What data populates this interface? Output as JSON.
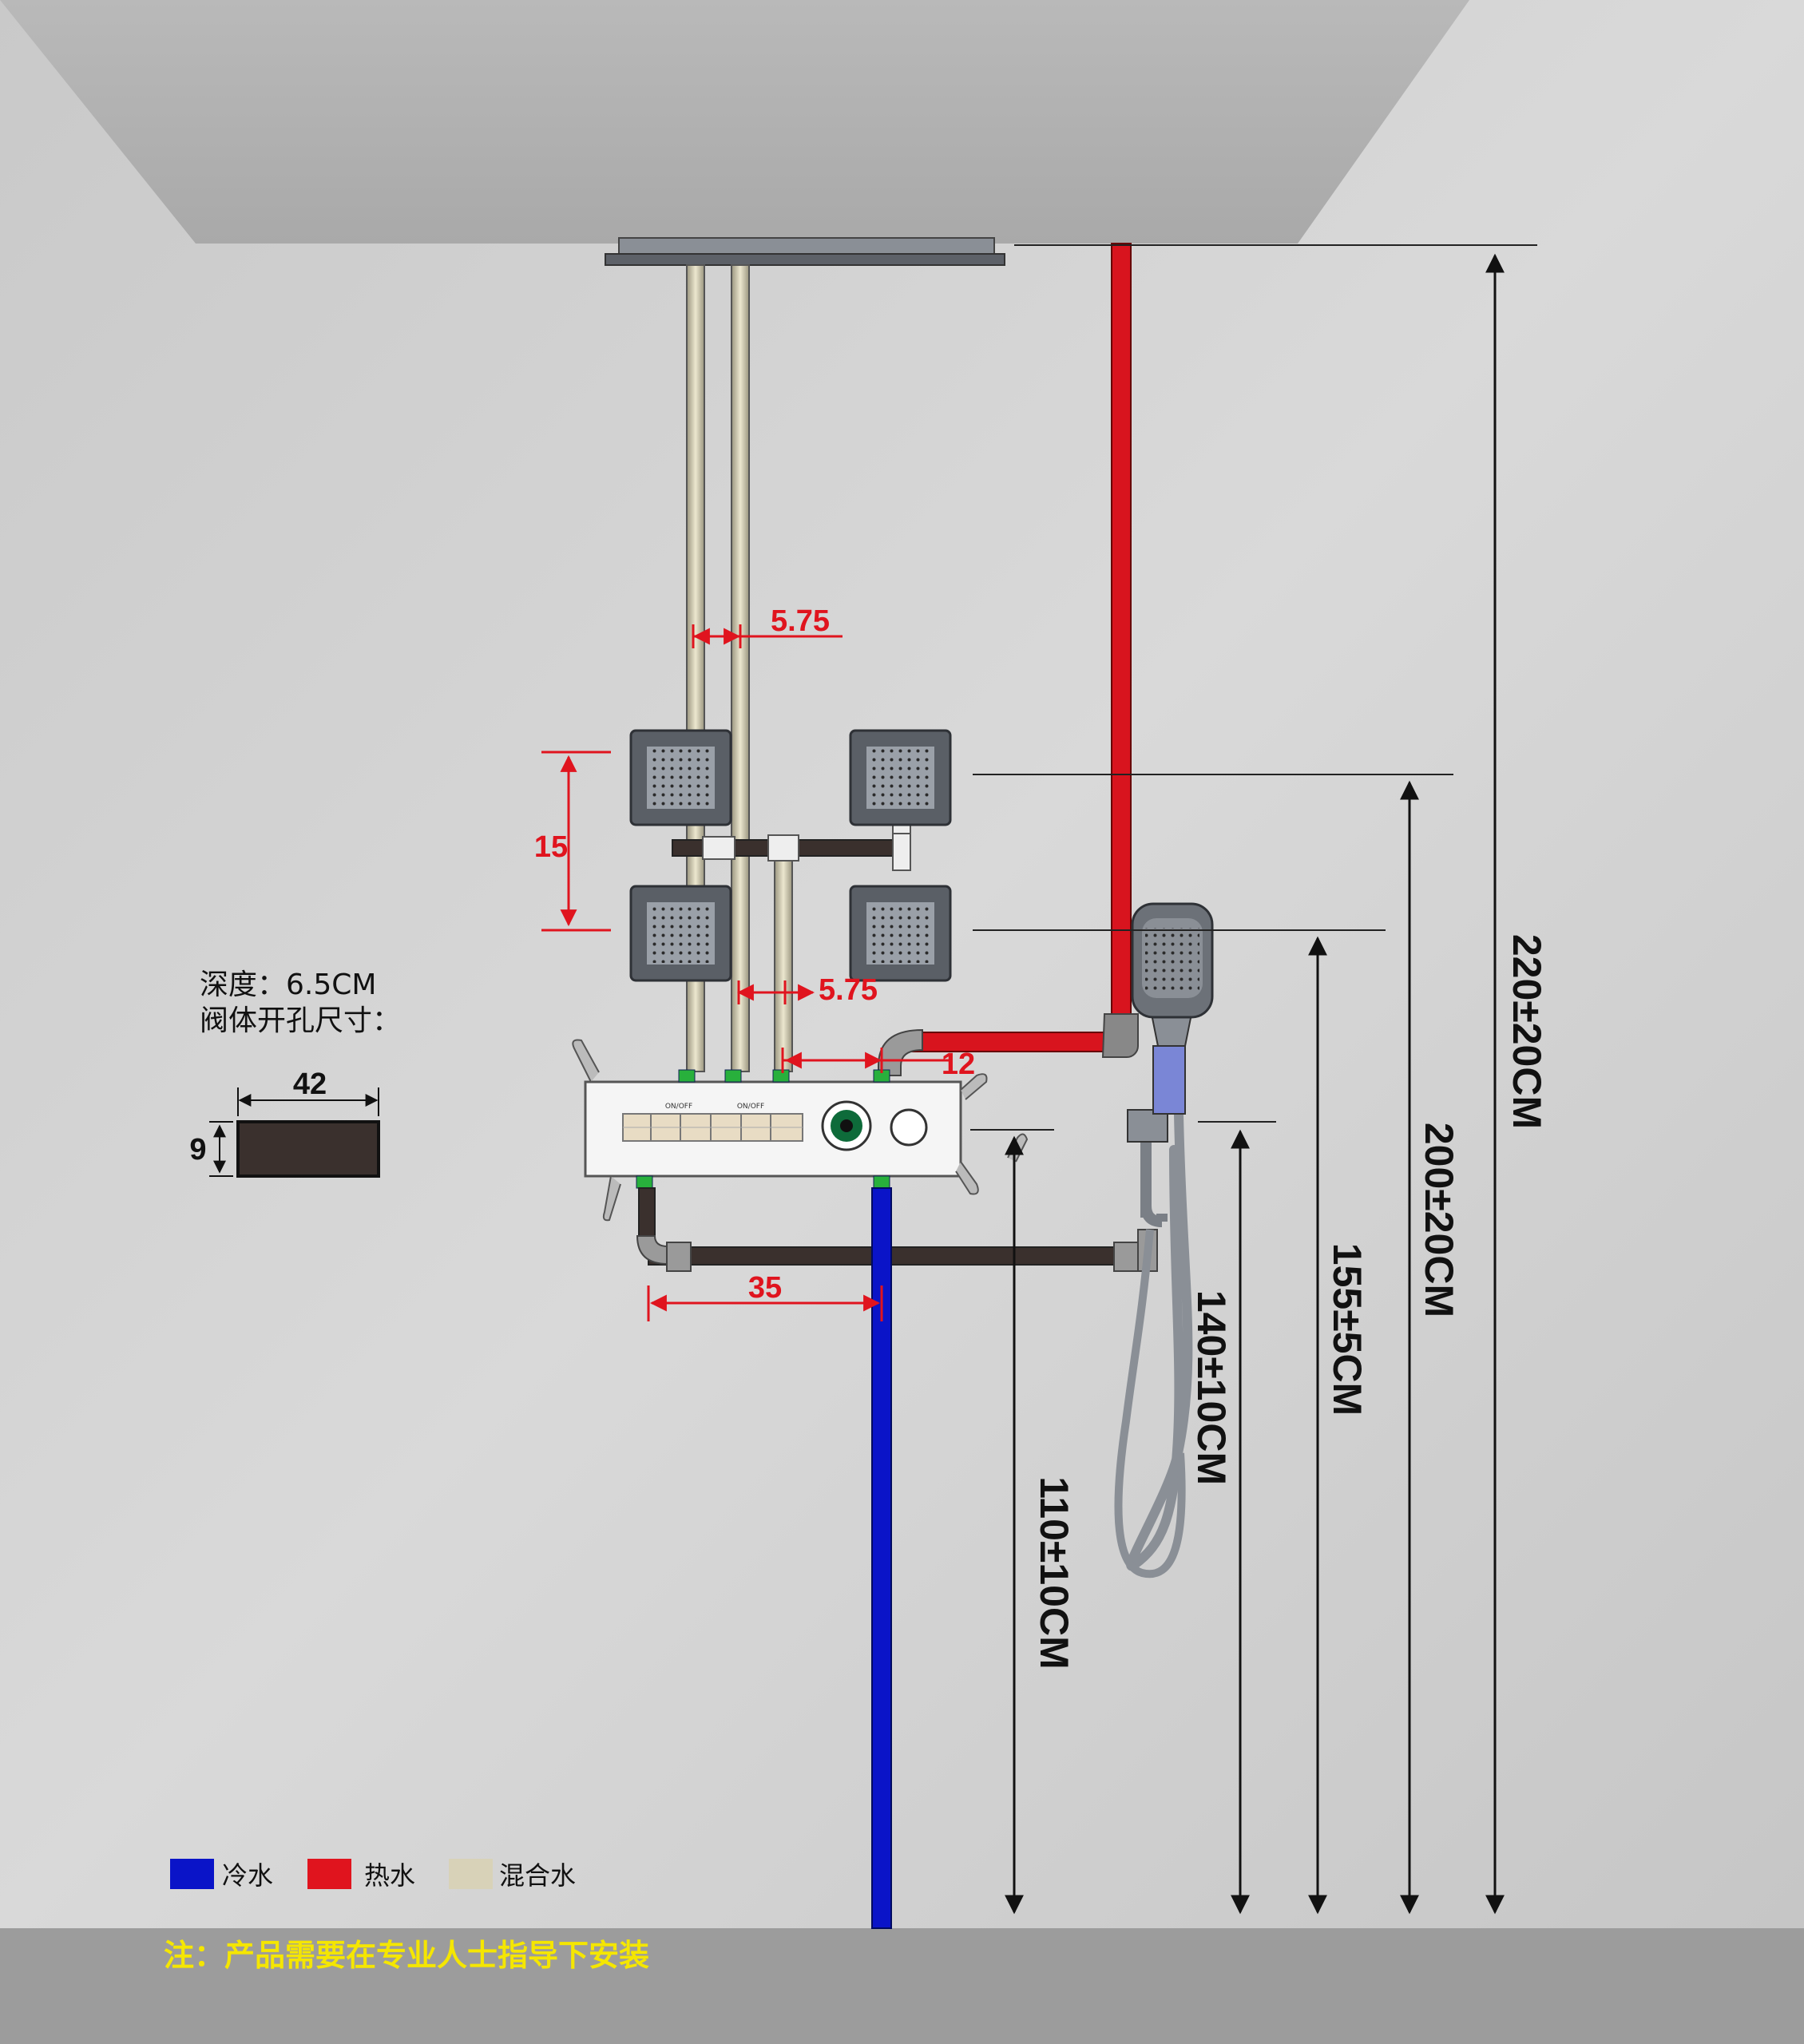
{
  "dimensions": {
    "d_220": "220±20CM",
    "d_200": "200±20CM",
    "d_155": "155±5CM",
    "d_140": "140±10CM",
    "d_110": "110±10CM",
    "d_575_top": "5.75",
    "d_575_bottom": "5.75",
    "d_15": "15",
    "d_12": "12",
    "d_35": "35"
  },
  "cutout": {
    "depth_label": "深度：6.5CM",
    "size_label": "阀体开孔尺寸：",
    "width": "42",
    "height": "9"
  },
  "panel": {
    "label_left": "ON/OFF",
    "label_right": "ON/OFF"
  },
  "legend": [
    {
      "label": "冷水",
      "color": "#0a14c8"
    },
    {
      "label": "热水",
      "color": "#e0141e"
    },
    {
      "label": "混合水",
      "color": "#d8d2b8"
    }
  ],
  "note": "注：产品需要在专业人士指导下安装",
  "colors": {
    "cold": "#0a14c8",
    "hot": "#e0141e",
    "mixed": "#d8d2b8",
    "note": "#f5e600"
  }
}
